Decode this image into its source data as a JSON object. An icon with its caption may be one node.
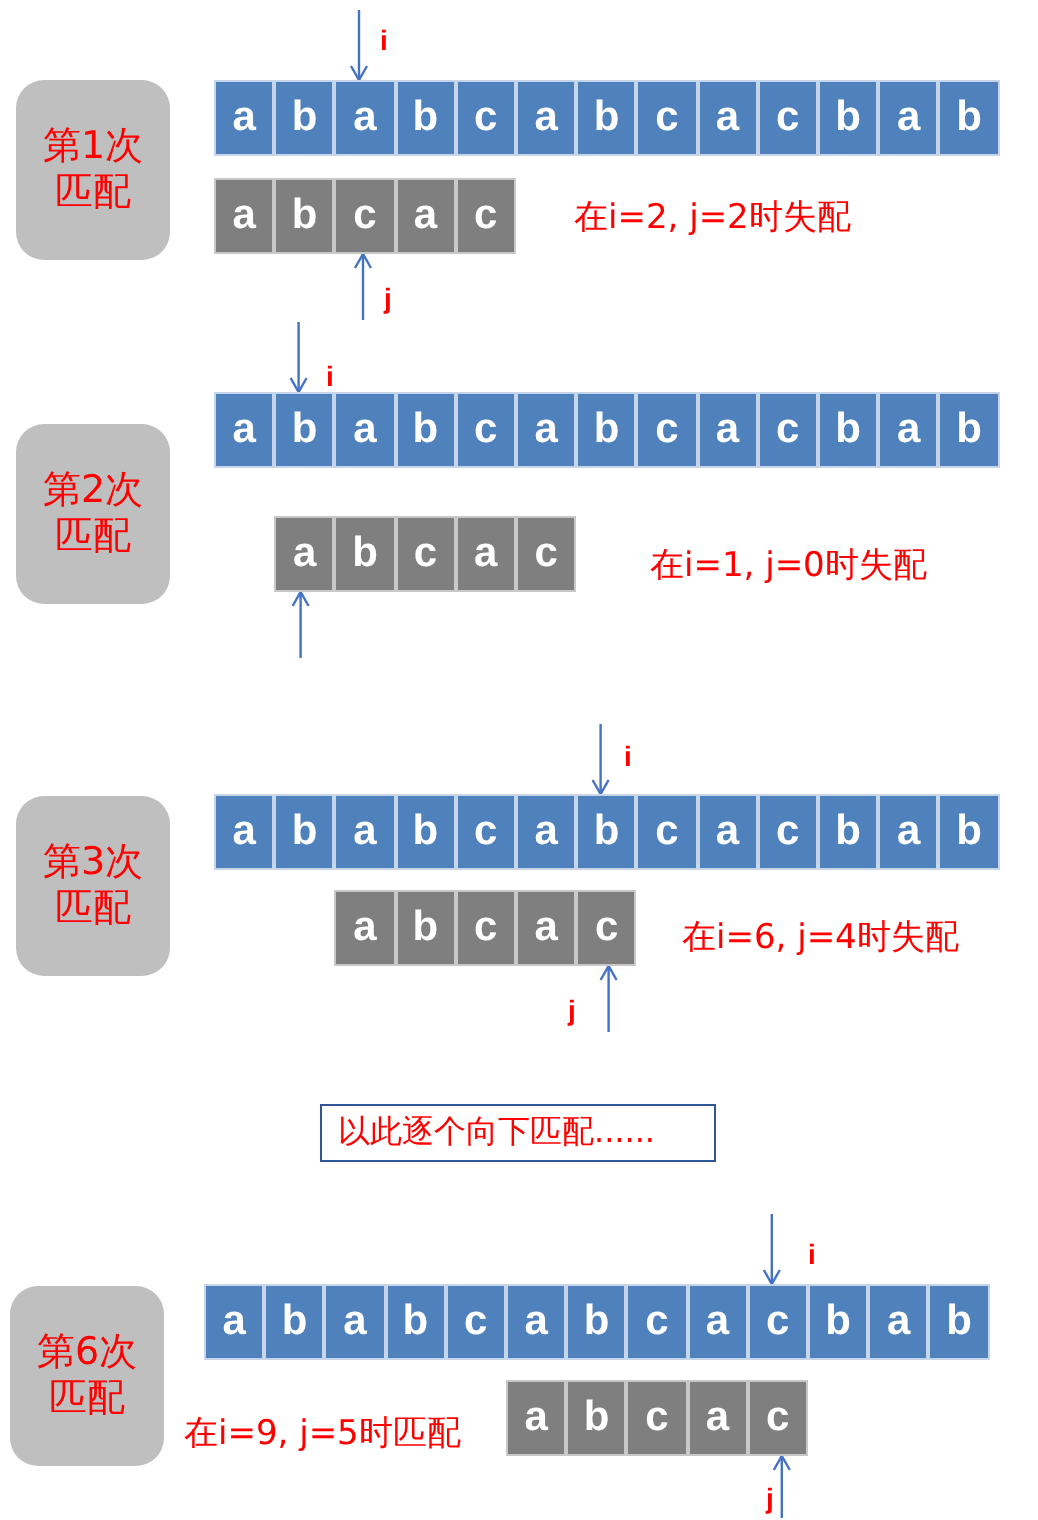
{
  "diagram": {
    "nodes": [
      {
        "text": [
          "第1次匹配"
        ]
      },
      {
        "text": [
          "a"
        ]
      },
      {
        "text": [
          "b"
        ]
      },
      {
        "text": [
          "a"
        ]
      },
      {
        "text": [
          "b"
        ]
      },
      {
        "text": [
          "c"
        ]
      },
      {
        "text": [
          "a"
        ]
      },
      {
        "text": [
          "b"
        ]
      },
      {
        "text": [
          "c"
        ]
      },
      {
        "text": [
          "a"
        ]
      },
      {
        "text": [
          "c"
        ]
      },
      {
        "text": [
          "b"
        ]
      },
      {
        "text": [
          "a"
        ]
      },
      {
        "text": [
          "b"
        ]
      },
      {
        "text": [
          "a"
        ]
      },
      {
        "text": [
          "b"
        ]
      },
      {
        "text": [
          "c"
        ]
      },
      {
        "text": [
          "a"
        ]
      },
      {
        "text": [
          "c"
        ]
      },
      {
        "text": [
          "第2次匹配"
        ]
      },
      {
        "text": [
          "a"
        ]
      },
      {
        "text": [
          "b"
        ]
      },
      {
        "text": [
          "a"
        ]
      },
      {
        "text": [
          "b"
        ]
      },
      {
        "text": [
          "c"
        ]
      },
      {
        "text": [
          "a"
        ]
      },
      {
        "text": [
          "b"
        ]
      },
      {
        "text": [
          "c"
        ]
      },
      {
        "text": [
          "a"
        ]
      },
      {
        "text": [
          "c"
        ]
      },
      {
        "text": [
          "b"
        ]
      },
      {
        "text": [
          "a"
        ]
      },
      {
        "text": [
          "b"
        ]
      },
      {
        "text": [
          "a"
        ]
      },
      {
        "text": [
          "b"
        ]
      },
      {
        "text": [
          "c"
        ]
      },
      {
        "text": [
          "a"
        ]
      },
      {
        "text": [
          "c"
        ]
      },
      {
        "text": [
          "第3次匹配"
        ]
      },
      {
        "text": [
          "a"
        ]
      },
      {
        "text": [
          "b"
        ]
      },
      {
        "text": [
          "a"
        ]
      },
      {
        "text": [
          "b"
        ]
      },
      {
        "text": [
          "c"
        ]
      },
      {
        "text": [
          "a"
        ]
      },
      {
        "text": [
          "b"
        ]
      },
      {
        "text": [
          "c"
        ]
      },
      {
        "text": [
          "a"
        ]
      },
      {
        "text": [
          "c"
        ]
      },
      {
        "text": [
          "b"
        ]
      },
      {
        "text": [
          "a"
        ]
      },
      {
        "text": [
          "b"
        ]
      },
      {
        "text": [
          "a"
        ]
      },
      {
        "text": [
          "b"
        ]
      },
      {
        "text": [
          "c"
        ]
      },
      {
        "text": [
          "a"
        ]
      },
      {
        "text": [
          "c"
        ]
      },
      {
        "text": [
          "以此逐个向下匹配......"
        ]
      },
      {
        "text": [
          "第6次匹配"
        ]
      },
      {
        "text": [
          "a"
        ]
      },
      {
        "text": [
          "b"
        ]
      },
      {
        "text": [
          "a"
        ]
      },
      {
        "text": [
          "b"
        ]
      },
      {
        "text": [
          "c"
        ]
      },
      {
        "text": [
          "a"
        ]
      },
      {
        "text": [
          "b"
        ]
      },
      {
        "text": [
          "c"
        ]
      },
      {
        "text": [
          "a"
        ]
      },
      {
        "text": [
          "c"
        ]
      },
      {
        "text": [
          "b"
        ]
      },
      {
        "text": [
          "a"
        ]
      },
      {
        "text": [
          "b"
        ]
      },
      {
        "text": [
          "a"
        ]
      },
      {
        "text": [
          "b"
        ]
      },
      {
        "text": [
          "c"
        ]
      },
      {
        "text": [
          "a"
        ]
      },
      {
        "text": [
          "c"
        ]
      }
    ],
    "edges": [
      {
        "from": null,
        "to": 3,
        "arrow": "to",
        "label": "i"
      },
      {
        "from": null,
        "to": 16,
        "arrow": "to",
        "label": "j"
      },
      {
        "from": null,
        "to": 21,
        "arrow": "to",
        "label": "i"
      },
      {
        "from": null,
        "to": 33,
        "arrow": "to"
      },
      {
        "from": null,
        "to": 45,
        "arrow": "to",
        "label": "i"
      },
      {
        "from": null,
        "to": 56,
        "arrow": "to",
        "label": "j"
      },
      {
        "from": null,
        "to": 68,
        "arrow": "to",
        "label": "i"
      },
      {
        "from": null,
        "to": 76,
        "arrow": "to",
        "label": "j"
      }
    ],
    "labels": [
      "在i=2, j=2时失配",
      "在i=1, j=0时失配",
      "在i=6, j=4时失配",
      "在i=9, j=5时匹配"
    ]
  }
}
